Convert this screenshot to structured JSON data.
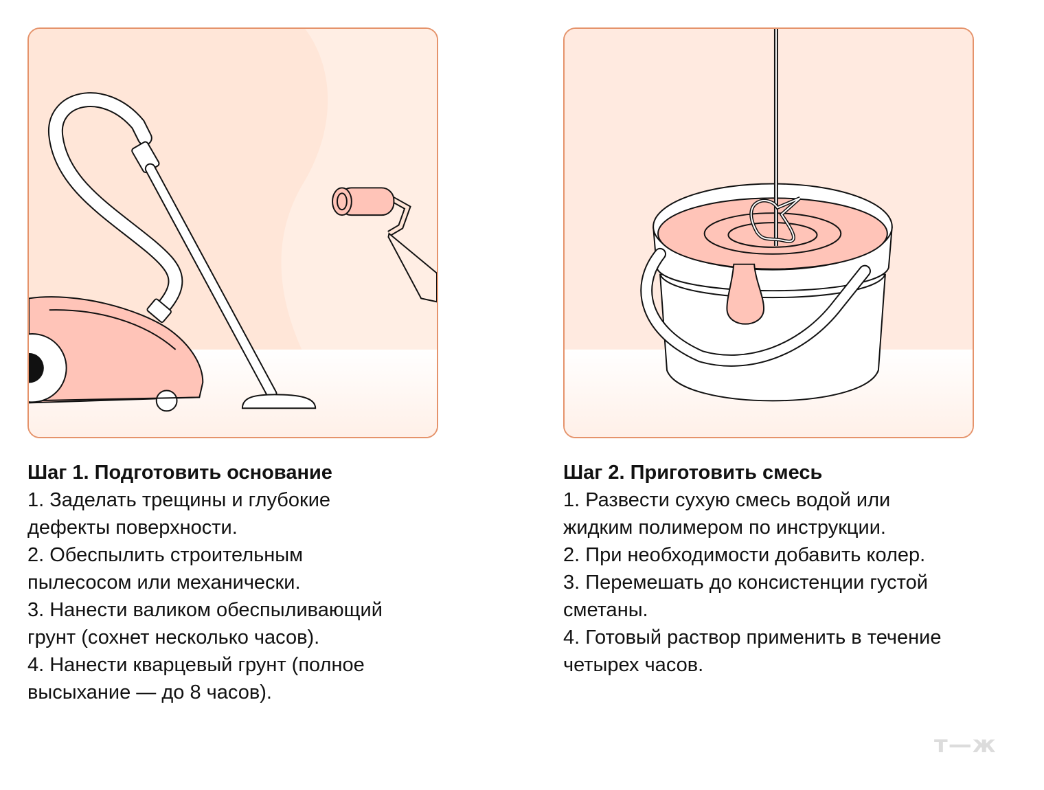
{
  "steps": [
    {
      "title": "Шаг 1. Подготовить основание",
      "items": [
        "1. Заделать трещины и глубокие",
        "дефекты поверхности.",
        "2. Обеспылить строительным",
        "пылесосом или механически.",
        "3. Нанести валиком обеспыливающий",
        "грунт (сохнет несколько часов).",
        "4. Нанести кварцевый грунт (полное",
        "высыхание — до 8 часов)."
      ]
    },
    {
      "title": "Шаг 2. Приготовить смесь",
      "items": [
        "1. Развести сухую смесь водой или",
        "жидким полимером по инструкции.",
        "2. При необходимости добавить колер.",
        "3. Перемешать до консистенции густой",
        "сметаны.",
        "4. Готовый раствор применить в течение",
        "четырех часов."
      ]
    }
  ],
  "logo": "т—ж",
  "colors": {
    "border": "#e5936b",
    "wall": "#ffe6d8",
    "floor": "#fff3ec",
    "accent_pink": "#ffc4b8",
    "text": "#111111",
    "logo": "#dcdcdc"
  },
  "icons": [
    "vacuum-cleaner-illustration",
    "paint-roller-illustration",
    "bucket-mixer-illustration"
  ]
}
